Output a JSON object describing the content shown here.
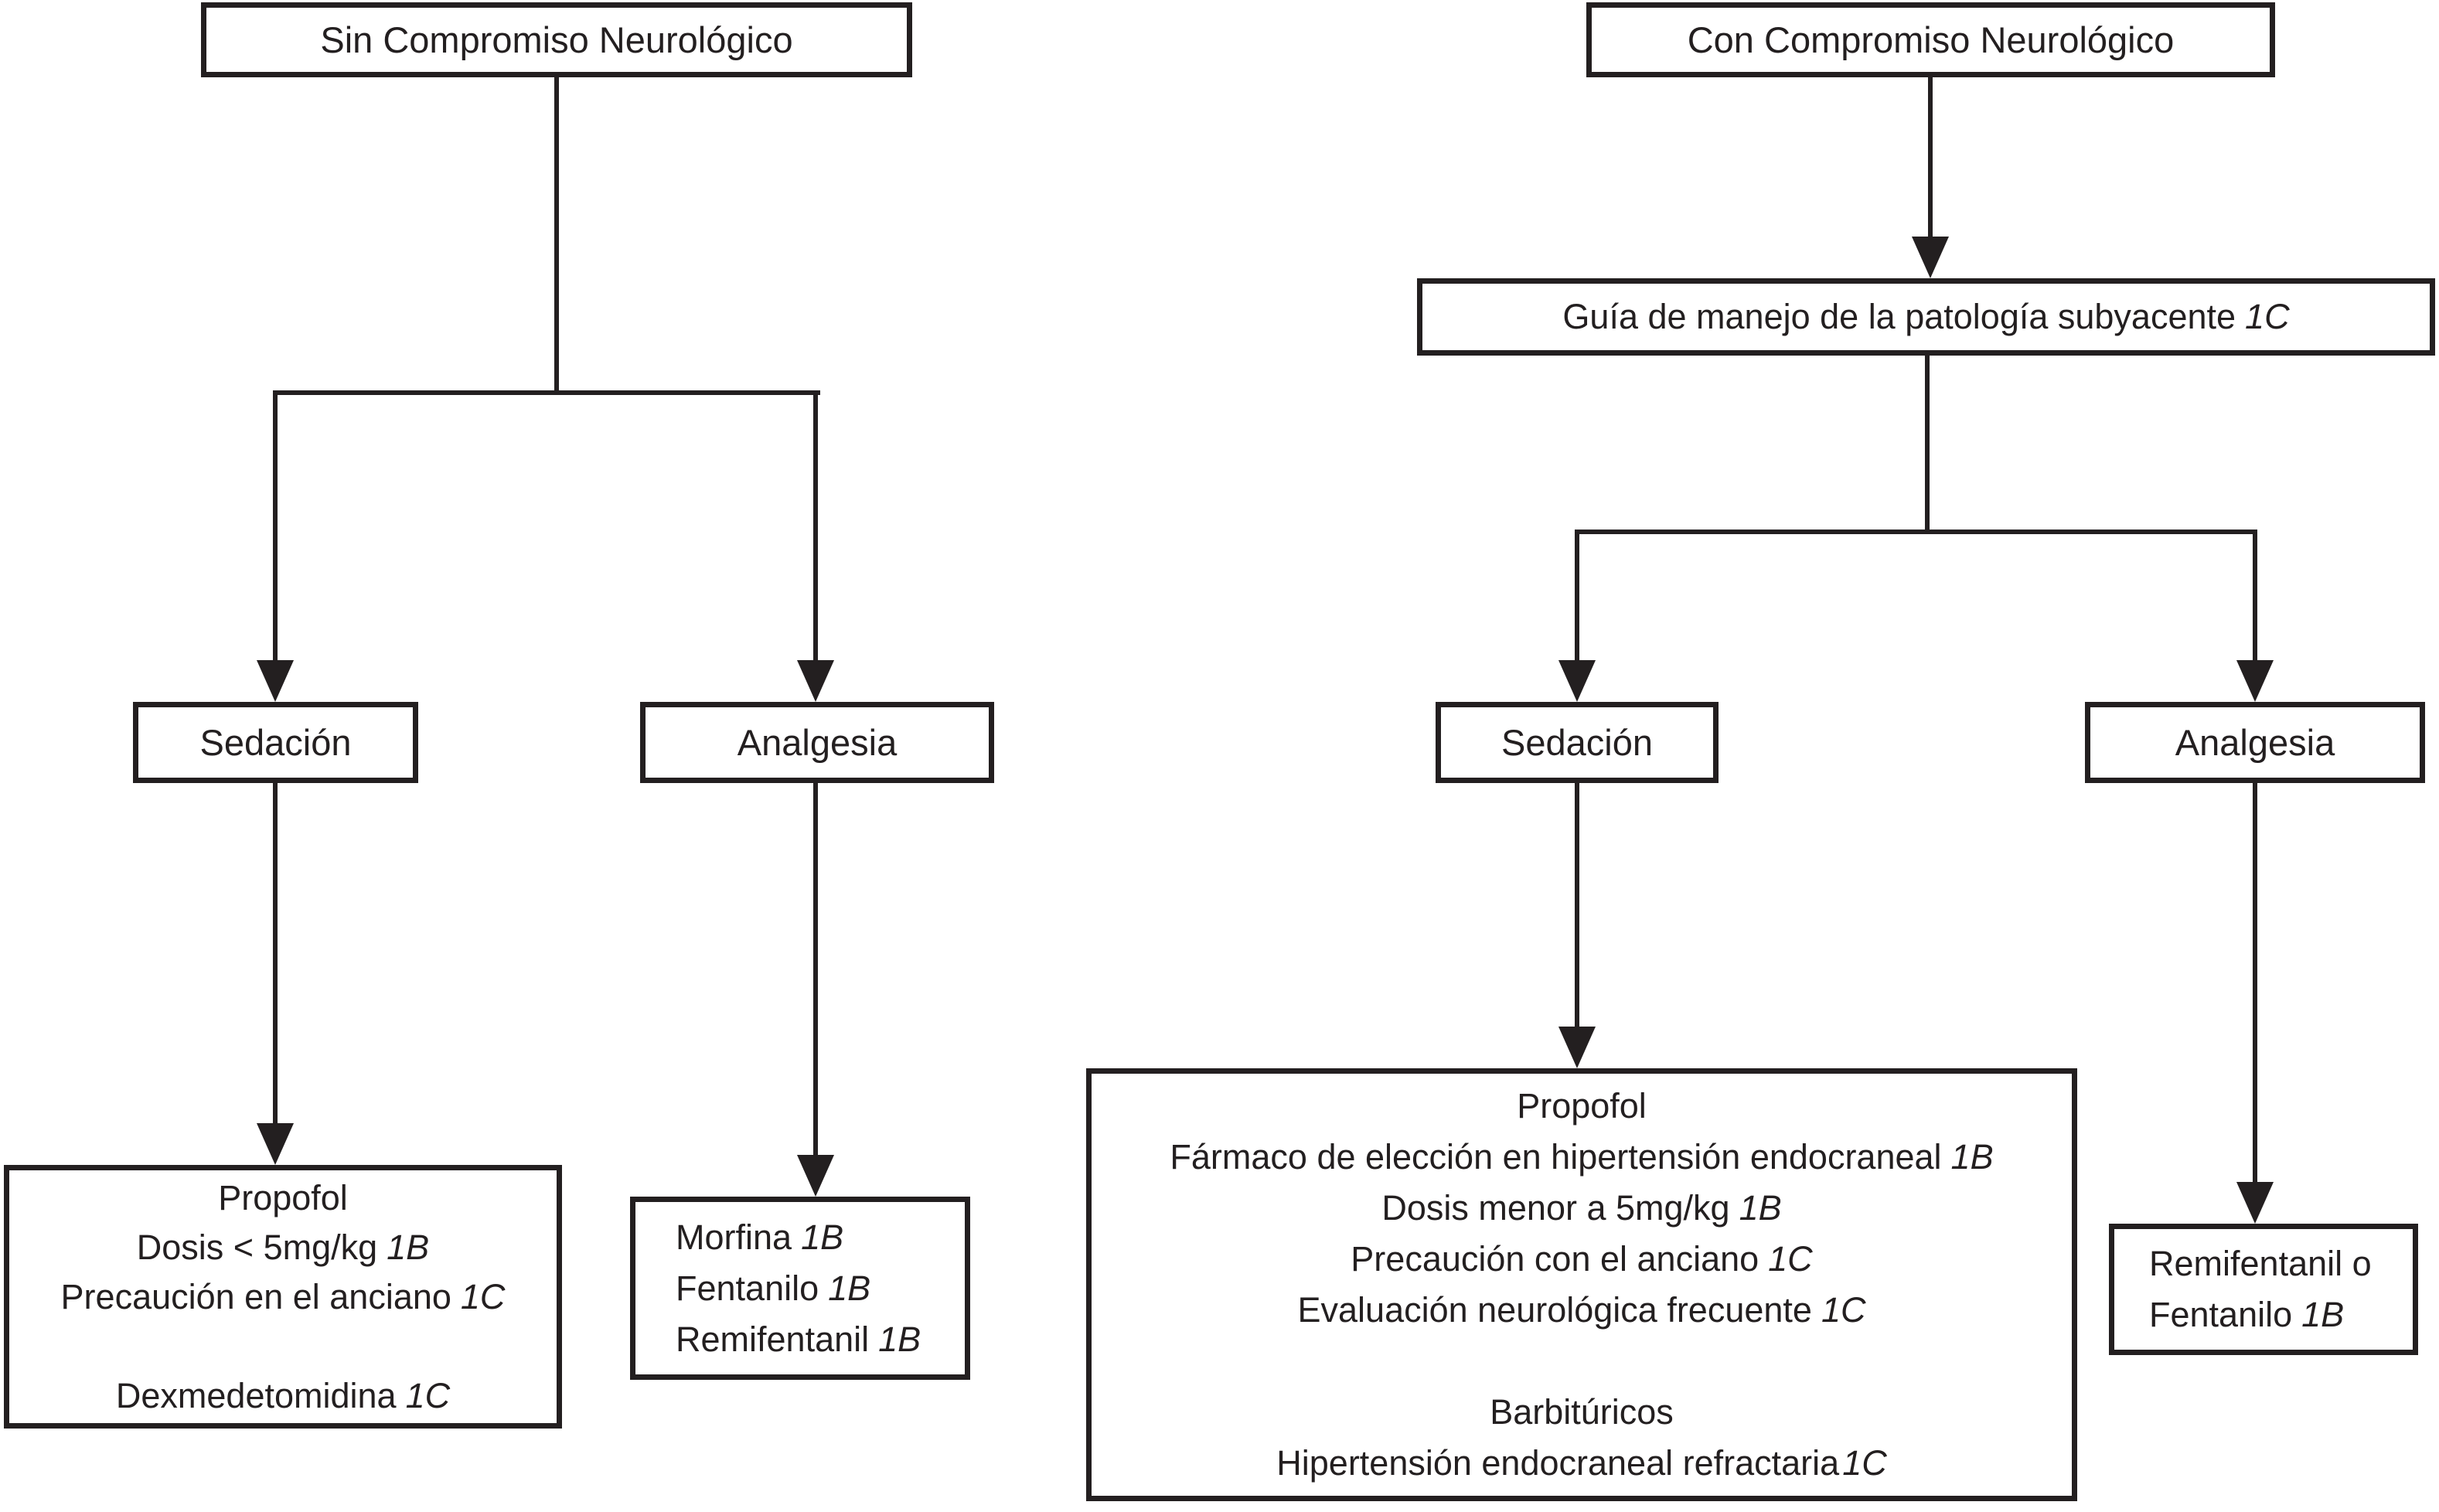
{
  "colors": {
    "ink": "#231f20",
    "background": "#ffffff"
  },
  "flowchart": {
    "left": {
      "root": "Sin Compromiso Neurológico",
      "sedation_label": "Sedación",
      "analgesia_label": "Analgesia",
      "sedation_drugs": [
        {
          "text": "Propofol",
          "grade": ""
        },
        {
          "text": "Dosis < 5mg/kg",
          "grade": "1B"
        },
        {
          "text": "Precaución en el anciano",
          "grade": "1C"
        },
        {
          "text": "",
          "grade": ""
        },
        {
          "text": "Dexmedetomidina",
          "grade": "1C"
        }
      ],
      "analgesia_drugs": [
        {
          "text": "Morfina",
          "grade": "1B"
        },
        {
          "text": "Fentanilo",
          "grade": "1B"
        },
        {
          "text": "Remifentanil",
          "grade": "1B"
        }
      ]
    },
    "right": {
      "root": "Con Compromiso Neurológico",
      "management_guideline": {
        "text": "Guía de manejo de la patología subyacente",
        "grade": "1C"
      },
      "sedation_label": "Sedación",
      "analgesia_label": "Analgesia",
      "sedation_drugs": [
        {
          "text": "Propofol",
          "grade": ""
        },
        {
          "text": "Fármaco de elección en hipertensión endocraneal",
          "grade": "1B"
        },
        {
          "text": "Dosis menor a 5mg/kg",
          "grade": "1B"
        },
        {
          "text": "Precaución con el anciano",
          "grade": "1C"
        },
        {
          "text": "Evaluación neurológica frecuente",
          "grade": "1C"
        },
        {
          "text": "",
          "grade": ""
        },
        {
          "text": "Barbitúricos",
          "grade": ""
        },
        {
          "text": "Hipertensión endocraneal refractaria",
          "grade": "1C"
        }
      ],
      "analgesia_drugs": [
        {
          "text": "Remifentanil o",
          "grade": ""
        },
        {
          "text": "Fentanilo",
          "grade": "1B"
        }
      ]
    }
  }
}
